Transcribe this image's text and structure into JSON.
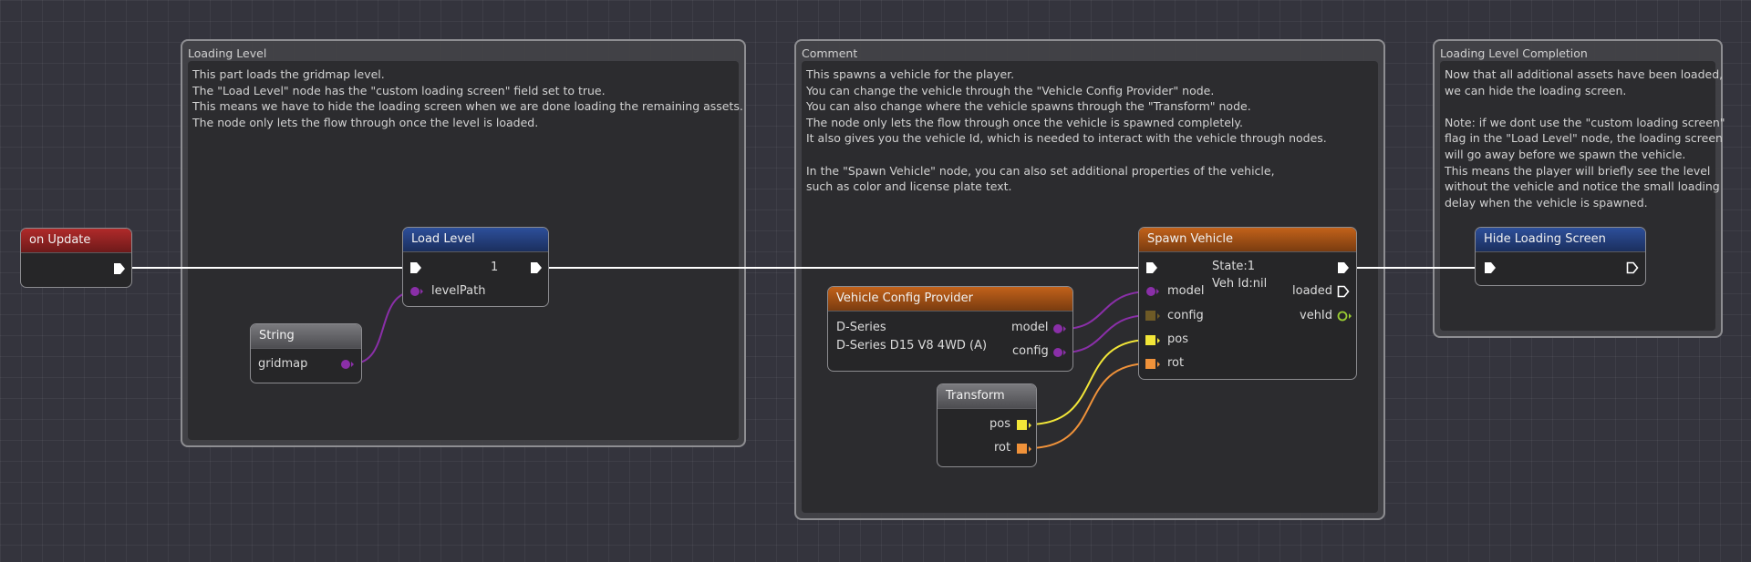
{
  "frames": {
    "loading_level": {
      "title": "Loading Level",
      "lines": [
        "This part loads the gridmap level.",
        "The \"Load Level\" node has the \"custom loading screen\" field set to true.",
        "This means we have to hide the loading screen when we are done loading the remaining assets.",
        "The node only lets the flow through once the level is loaded."
      ]
    },
    "comment": {
      "title": "Comment",
      "lines": [
        "This spawns a vehicle for the player.",
        "You can change the vehicle through the \"Vehicle Config Provider\" node.",
        "You can also change where the vehicle spawns through the \"Transform\" node.",
        "The node only lets the flow through once the vehicle is spawned completely.",
        "It also gives you the vehicle Id, which is needed to interact with the vehicle through nodes.",
        "",
        "In the \"Spawn Vehicle\" node, you can also set additional properties of the vehicle,",
        "such as color and license plate text."
      ]
    },
    "completion": {
      "title": "Loading Level Completion",
      "lines": [
        "Now that all additional assets have been loaded,",
        "we can hide the loading screen.",
        "",
        "Note: if we dont use the \"custom loading screen\"",
        "flag in the \"Load Level\" node, the loading screen",
        "will go away before we spawn the vehicle.",
        "This means the player will briefly see the level",
        "without the vehicle and notice the small loading",
        "delay when the vehicle is spawned."
      ]
    }
  },
  "nodes": {
    "on_update": {
      "title": "on Update"
    },
    "load_level": {
      "title": "Load Level",
      "flow_value": "1",
      "input_levelpath": "levelPath"
    },
    "string": {
      "title": "String",
      "value": "gridmap"
    },
    "vehicle_config": {
      "title": "Vehicle Config Provider",
      "model_value": "D-Series",
      "config_value": "D-Series D15 V8 4WD (A)",
      "out_model": "model",
      "out_config": "config"
    },
    "transform": {
      "title": "Transform",
      "out_pos": "pos",
      "out_rot": "rot"
    },
    "spawn_vehicle": {
      "title": "Spawn Vehicle",
      "state": "State:1",
      "veh_id": "Veh Id:nil",
      "in_model": "model",
      "in_config": "config",
      "in_pos": "pos",
      "in_rot": "rot",
      "out_loaded": "loaded",
      "out_vehid": "vehId"
    },
    "hide_loading": {
      "title": "Hide Loading Screen"
    }
  },
  "colors": {
    "flow": "#ffffff",
    "string_pin": "#8a2fa8",
    "config_pin": "#6e5a26",
    "vec3_pin": "#f2e638",
    "quat_pin": "#f0923a",
    "number_pin": "#9acd32",
    "header_red": "#9e2626",
    "header_blue": "#28478c",
    "header_orange": "#b85a18",
    "header_gray": "#6a6a6e"
  }
}
